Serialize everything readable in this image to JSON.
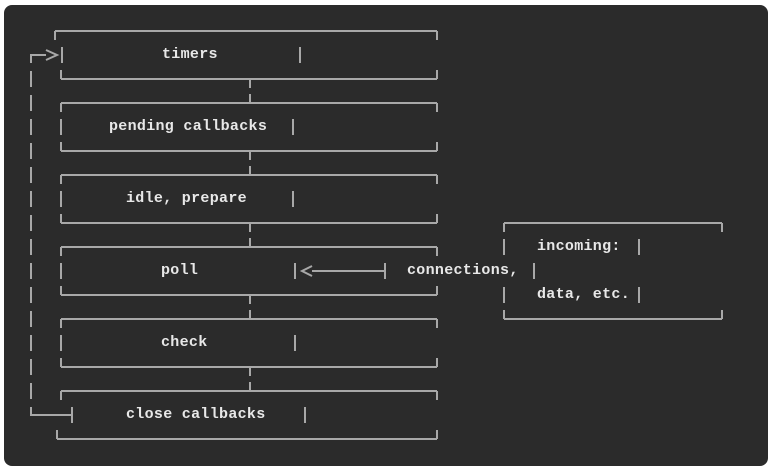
{
  "theme": {
    "page_background": "#ffffff",
    "panel_background": "#2b2b2b",
    "line_color": "#a8a8a8",
    "text_color": "#e8e8e8"
  },
  "diagram": {
    "phases": [
      {
        "label": "timers"
      },
      {
        "label": "pending callbacks"
      },
      {
        "label": "idle, prepare"
      },
      {
        "label": "poll"
      },
      {
        "label": "check"
      },
      {
        "label": "close callbacks"
      }
    ],
    "side_box": {
      "lines": [
        "incoming:",
        "connections,",
        "data, etc."
      ]
    },
    "icons": [
      "arrow-right",
      "arrow-left"
    ]
  }
}
